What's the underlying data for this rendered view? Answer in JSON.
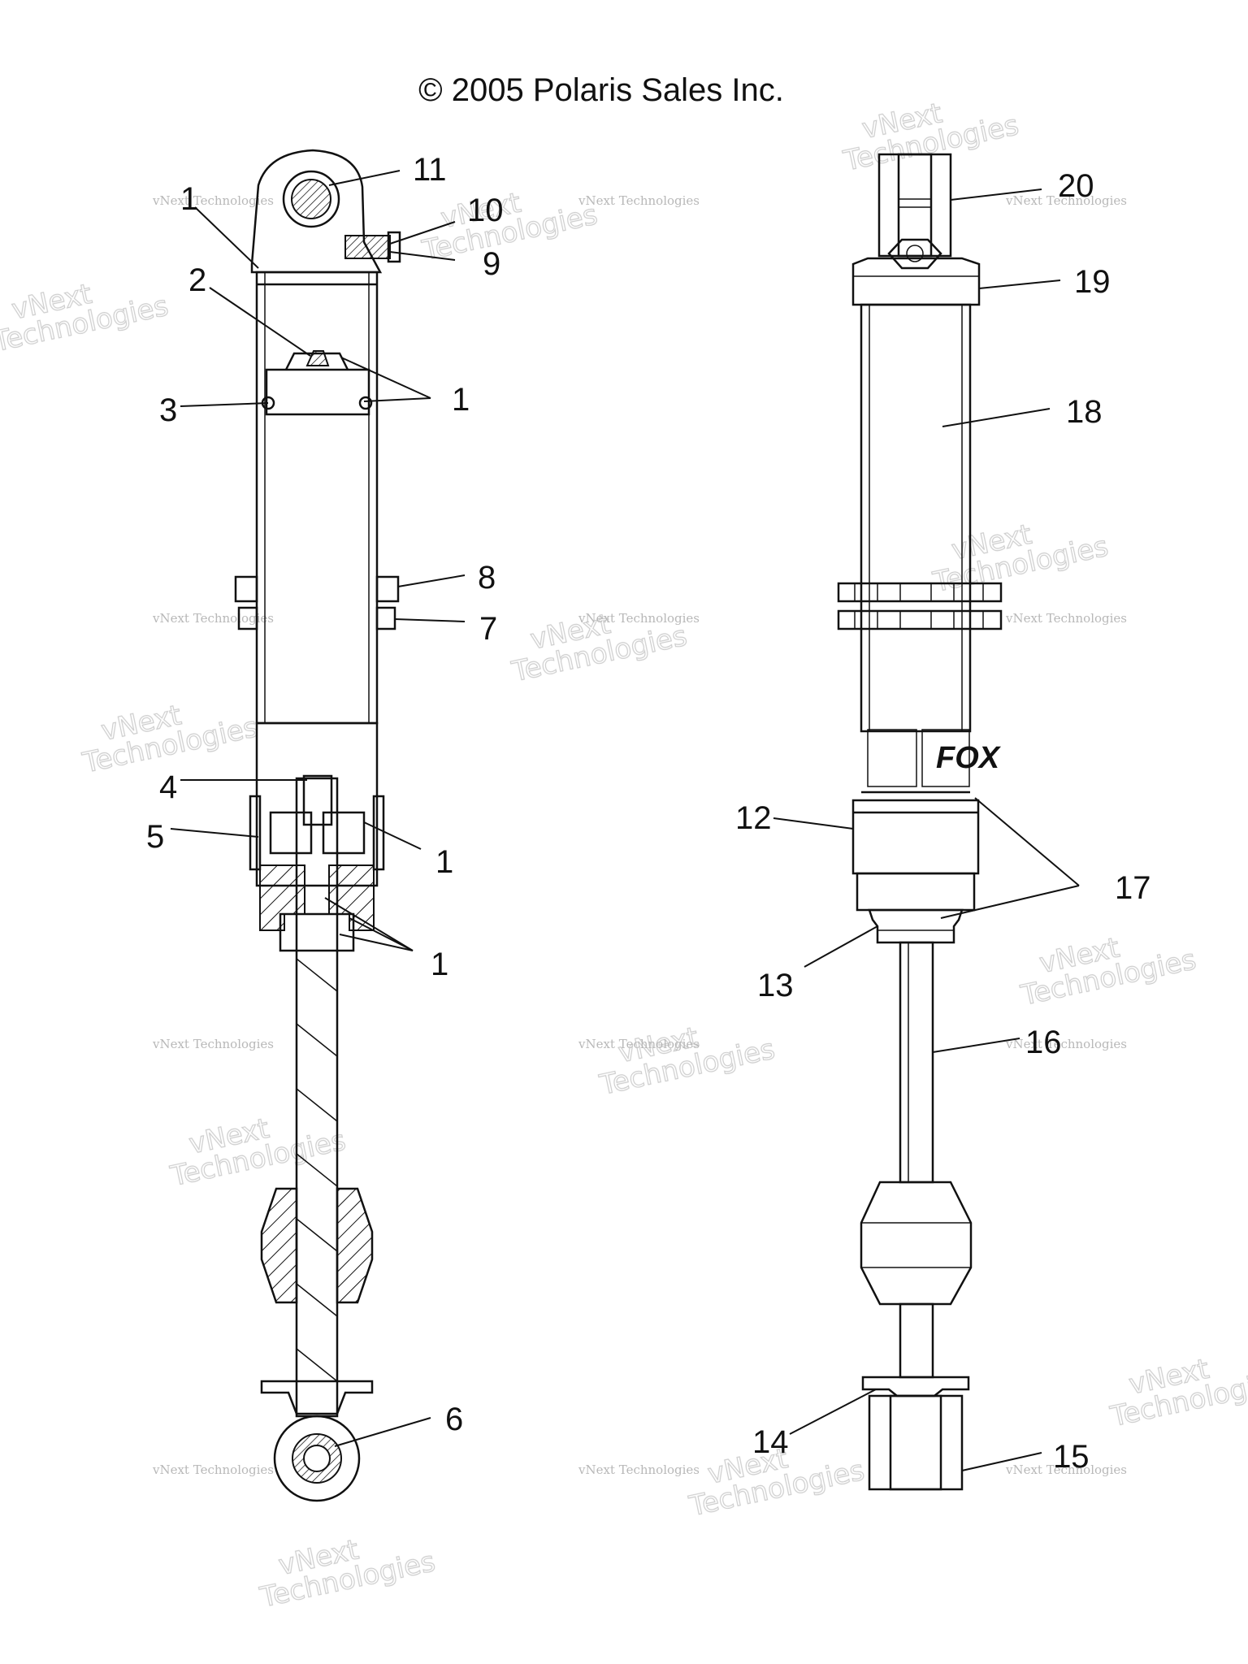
{
  "header": {
    "copyright": "© 2005 Polaris Sales Inc."
  },
  "watermark": {
    "line1": "vNext",
    "line2": "Technologies",
    "line3": "vNext Technologies"
  },
  "brand_mark": {
    "text": "FOX"
  },
  "callouts": [
    {
      "id": "left-1a",
      "label": "1"
    },
    {
      "id": "left-11",
      "label": "11"
    },
    {
      "id": "left-10",
      "label": "10"
    },
    {
      "id": "left-9",
      "label": "9"
    },
    {
      "id": "left-2",
      "label": "2"
    },
    {
      "id": "left-3",
      "label": "3"
    },
    {
      "id": "left-1b",
      "label": "1"
    },
    {
      "id": "left-8",
      "label": "8"
    },
    {
      "id": "left-7",
      "label": "7"
    },
    {
      "id": "left-4",
      "label": "4"
    },
    {
      "id": "left-5",
      "label": "5"
    },
    {
      "id": "left-1c",
      "label": "1"
    },
    {
      "id": "left-1d",
      "label": "1"
    },
    {
      "id": "left-6",
      "label": "6"
    },
    {
      "id": "right-20",
      "label": "20"
    },
    {
      "id": "right-19",
      "label": "19"
    },
    {
      "id": "right-18",
      "label": "18"
    },
    {
      "id": "right-12",
      "label": "12"
    },
    {
      "id": "right-17",
      "label": "17"
    },
    {
      "id": "right-13",
      "label": "13"
    },
    {
      "id": "right-16",
      "label": "16"
    },
    {
      "id": "right-14",
      "label": "14"
    },
    {
      "id": "right-15",
      "label": "15"
    }
  ]
}
